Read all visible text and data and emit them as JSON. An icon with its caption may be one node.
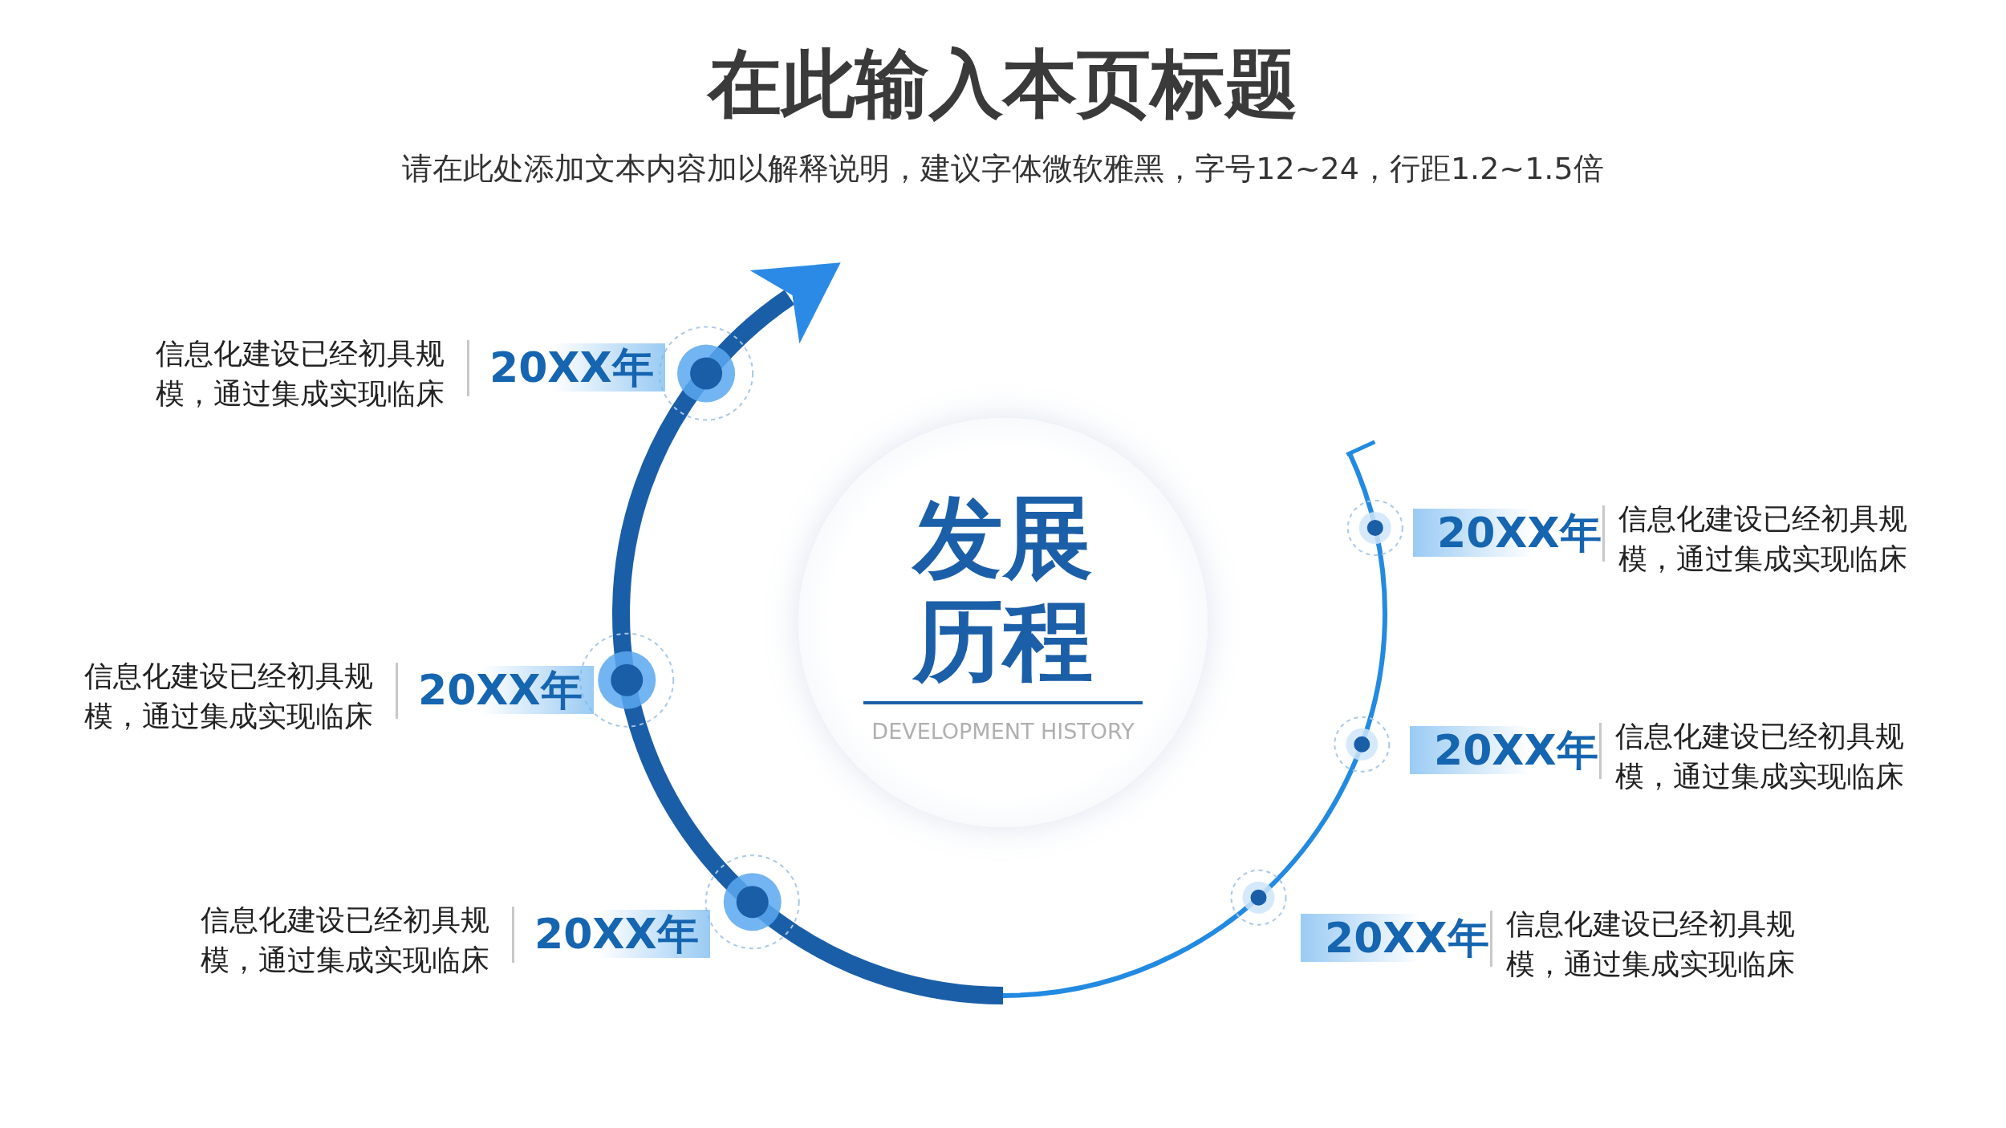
{
  "diagram": {
    "title": "在此输入本页标题",
    "nodes": [
      {
        "text": [
          "信息化建设已经初具规模，通过集成实现临床",
          "20XX年"
        ]
      },
      {
        "text": [
          "20XX年",
          "信息化建设已经初具规模，通过集成实现临床"
        ]
      },
      {
        "text": [
          "发展历程",
          "DEVELOPMENT HISTORY"
        ]
      },
      {
        "text": [
          "信息化建设已经初具规模，通过集成实现临床",
          "20XX年"
        ]
      },
      {
        "text": [
          "20XX年",
          "信息化建设已经初具规模，通过集成实现临床"
        ]
      },
      {
        "text": [
          "信息化建设已经初具规模，通过集成实现临床",
          "20XX年"
        ]
      },
      {
        "text": [
          "20XX年",
          "信息化建设已经初具规模，通过集成实现临床"
        ]
      }
    ],
    "labels": [
      "请在此处添加文本内容加以解释说明，建议字体微软雅黑，字号12~24，行距1.2~1.5倍"
    ]
  }
}
